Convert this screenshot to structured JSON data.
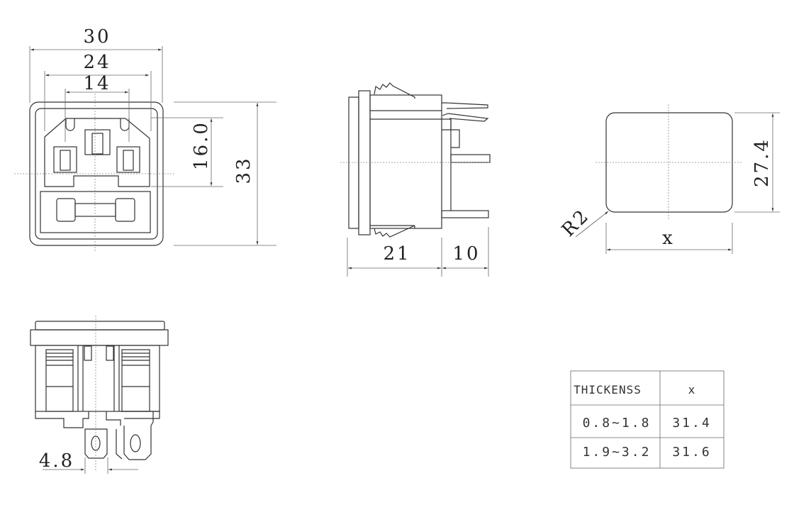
{
  "front_view": {
    "dim_width_outer": "30",
    "dim_width_socket": "24",
    "dim_pin_spacing": "14",
    "dim_socket_height": "16.0",
    "dim_height": "33"
  },
  "side_view": {
    "dim_depth_body": "21",
    "dim_pin_length": "10"
  },
  "cutout_view": {
    "dim_height": "27.4",
    "dim_width": "x",
    "corner_radius": "R2"
  },
  "bottom_view": {
    "dim_terminal_width": "4.8"
  },
  "table": {
    "headers": [
      "THICKENSS",
      "x"
    ],
    "rows": [
      [
        "0.8~1.8",
        "31.4"
      ],
      [
        "1.9~3.2",
        "31.6"
      ]
    ]
  }
}
